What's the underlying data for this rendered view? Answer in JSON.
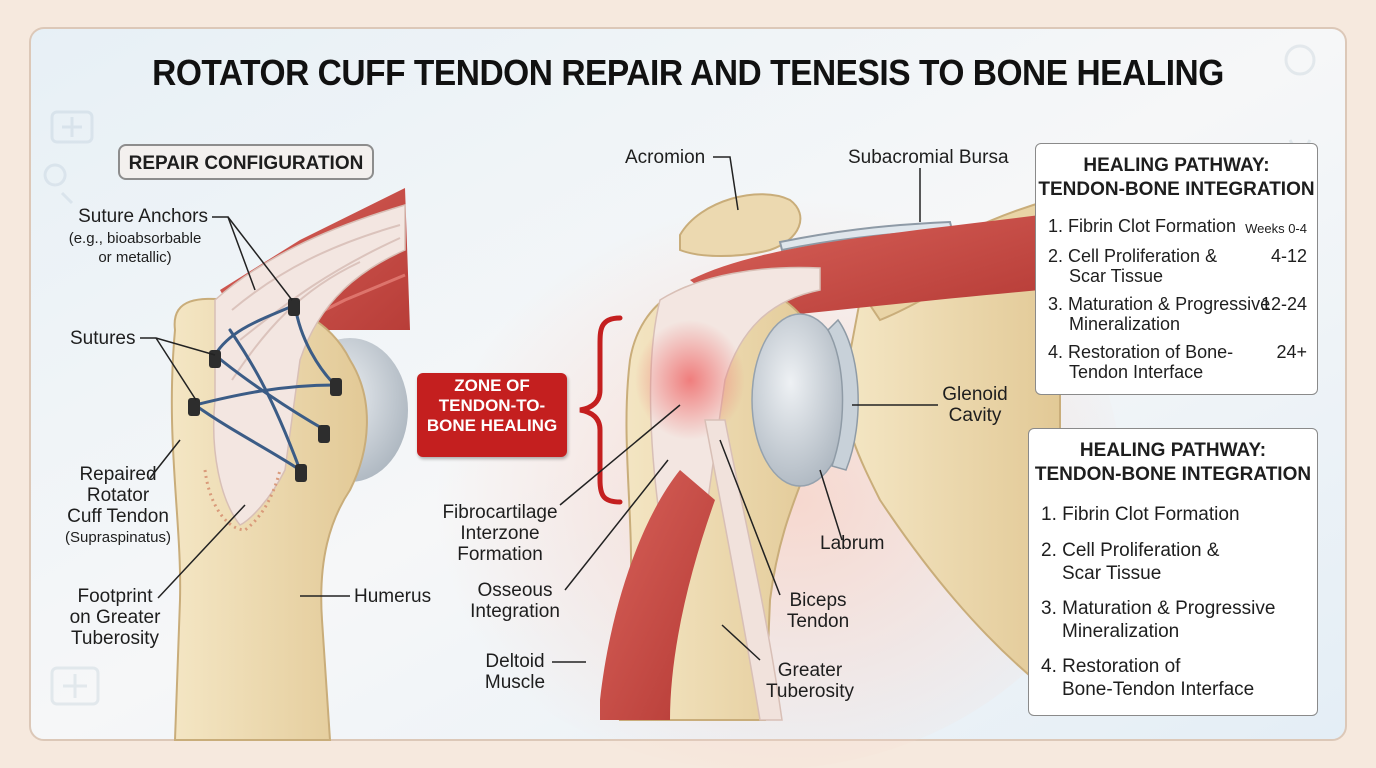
{
  "title": "ROTATOR CUFF TENDON REPAIR AND TENESIS TO BONE HEALING",
  "repair_configuration": "REPAIR CONFIGURATION",
  "zone_label": [
    "ZONE OF",
    "TENDON-TO-",
    "BONE HEALING"
  ],
  "left_labels": {
    "suture_anchors": "Suture Anchors",
    "suture_anchors_note_1": "(e.g., bioabsorbable",
    "suture_anchors_note_2": "or metallic)",
    "sutures": "Sutures",
    "repaired_1": "Repaired",
    "repaired_2": "Rotator",
    "repaired_3": "Cuff Tendon",
    "repaired_4": "(Supraspinatus)",
    "footprint_1": "Footprint",
    "footprint_2": "on Greater",
    "footprint_3": "Tuberosity",
    "humerus": "Humerus"
  },
  "right_labels": {
    "acromion": "Acromion",
    "subacromial_bursa": "Subacromial Bursa",
    "glenoid_1": "Glenoid",
    "glenoid_2": "Cavity",
    "labrum": "Labrum",
    "fibro_1": "Fibrocartilage",
    "fibro_2": "Interzone",
    "fibro_3": "Formation",
    "osseous_1": "Osseous",
    "osseous_2": "Integration",
    "deltoid_1": "Deltoid",
    "deltoid_2": "Muscle",
    "biceps_1": "Biceps",
    "biceps_2": "Tendon",
    "greater_1": "Greater",
    "greater_2": "Tuberosity"
  },
  "panel_top": {
    "title_1": "HEALING PATHWAY:",
    "title_2": "TENDON-BONE INTEGRATION",
    "steps": [
      {
        "line1": "1. Fibrin Clot Formation",
        "line2": "",
        "weeks": "Weeks 0-4"
      },
      {
        "line1": "2. Cell Proliferation &",
        "line2": "Scar Tissue",
        "weeks": "4-12"
      },
      {
        "line1": "3. Maturation & Progressive",
        "line2": "Mineralization",
        "weeks": "12-24"
      },
      {
        "line1": "4. Restoration of Bone-",
        "line2": "Tendon Interface",
        "weeks": "24+"
      }
    ]
  },
  "panel_bottom": {
    "title_1": "HEALING PATHWAY:",
    "title_2": "TENDON-BONE INTEGRATION",
    "steps": [
      {
        "line1": "1. Fibrin Clot Formation",
        "line2": ""
      },
      {
        "line1": "2. Cell Proliferation &",
        "line2": "Scar Tissue"
      },
      {
        "line1": "3. Maturation & Progressive",
        "line2": "Mineralization"
      },
      {
        "line1": "4. Restoration of",
        "line2": "Bone-Tendon Interface"
      }
    ]
  },
  "colors": {
    "bone": "#ecd9b0",
    "muscle": "#cc4a43",
    "tendon": "#f2e4df",
    "suture": "#3b5c86",
    "highlight": "#c41f1f"
  }
}
